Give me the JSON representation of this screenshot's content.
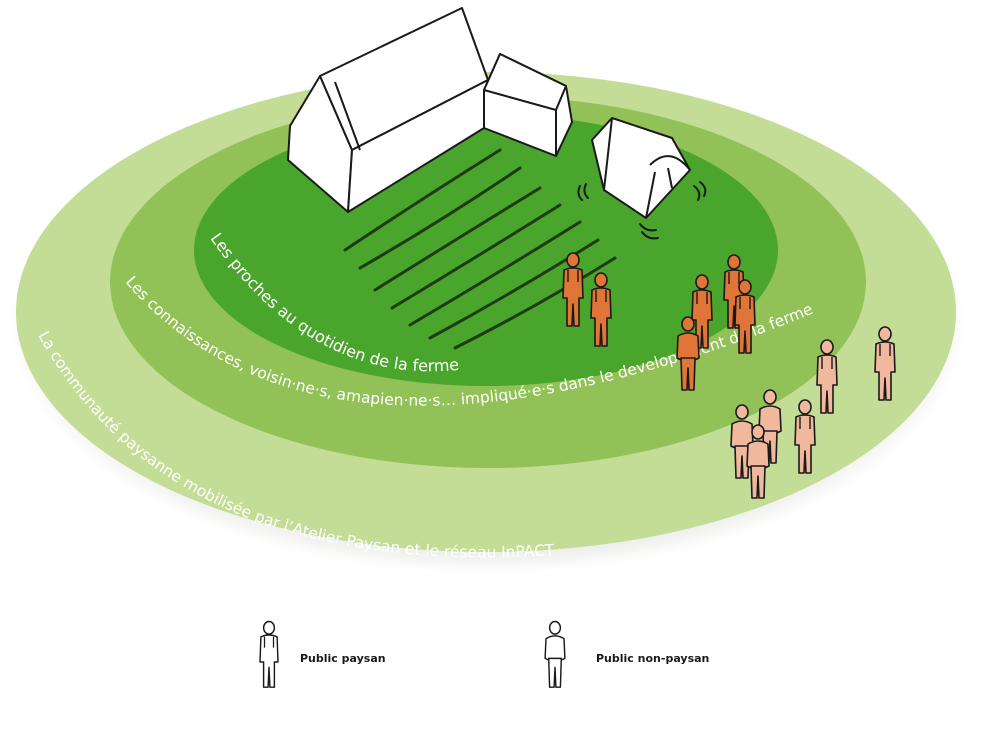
{
  "rings": {
    "outer_label": "La communauté paysanne mobilisée par l’Atelier Paysan et le réseau InPACT",
    "middle_label": "Les connaissances, voisin·ne·s, amapien·ne·s… impliqué·e·s dans le developement de la ferme",
    "inner_label": "Les proches au quotidien de la ferme"
  },
  "legend": {
    "paysan_label": "Public paysan",
    "non_paysan_label": "Public non-paysan"
  },
  "colors": {
    "outer_ring": "#c3dc96",
    "middle_ring": "#92c157",
    "inner_disc": "#4aa52d",
    "rim_shadow": "#9aa48e",
    "person_dark": "#e07538",
    "person_light": "#f0b89c",
    "building": "#ffffff",
    "ink": "#1a1a1a"
  },
  "icons": {
    "paysan": "farmer-overalls-icon",
    "non_paysan": "person-icon"
  }
}
